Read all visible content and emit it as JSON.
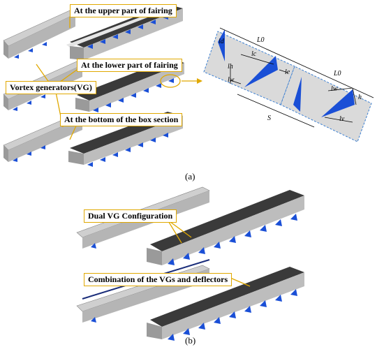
{
  "callouts": {
    "upper": "At the upper part of fairing",
    "lower": "At the lower part of fairing",
    "vg": "Vortex generators(VG)",
    "bottom": "At the bottom of the box section",
    "dual": "Dual VG Configuration",
    "combo": "Combination of the VGs and deflectors"
  },
  "dimensions": {
    "L0_a": "L0",
    "L0_b": "L0",
    "ld": "ld",
    "lc": "lc",
    "lh": "lh",
    "lw_a": "lw",
    "le": "le",
    "lw_b": "lw",
    "h": "h",
    "lv": "lv",
    "S": "S"
  },
  "panel_labels": {
    "a": "(a)",
    "b": "(b)"
  },
  "colors": {
    "vg_blue": "#1a4fd6",
    "callout_border": "#e0a800",
    "arrow": "#e0a800",
    "deck_dark": "#3a3a3a",
    "box_gray": "#bdbdbd",
    "dashed_line": "#3b7fd1"
  }
}
